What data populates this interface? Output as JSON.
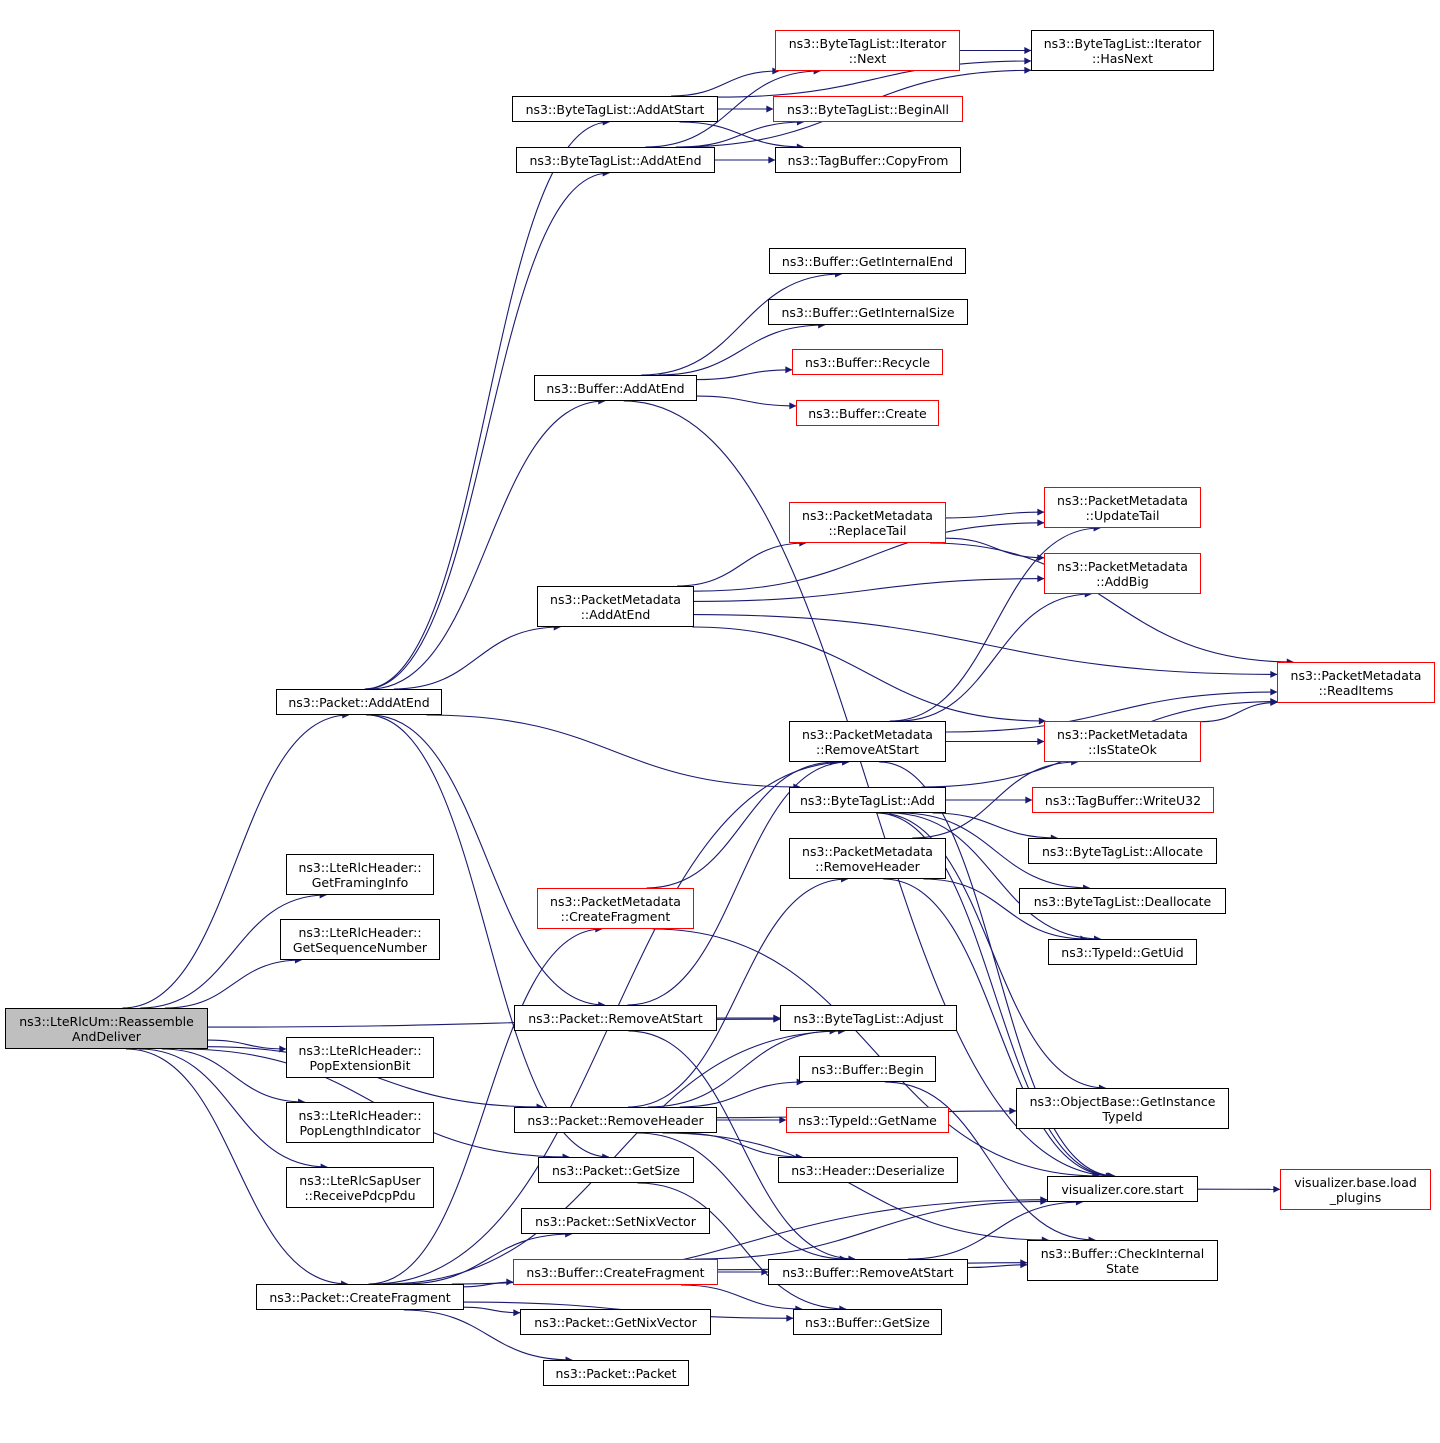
{
  "colors": {
    "edge": "#191970",
    "node_border": "#000000",
    "node_border_truncated": "#ff0000",
    "root_fill": "#bfbfbf"
  },
  "nodes": {
    "root": {
      "lines": [
        "ns3::LteRlcUm::Reassemble",
        "AndDeliver"
      ]
    },
    "packet_addatend": {
      "lines": [
        "ns3::Packet::AddAtEnd"
      ]
    },
    "getframinginfo": {
      "lines": [
        "ns3::LteRlcHeader::",
        "GetFramingInfo"
      ]
    },
    "getseqnum": {
      "lines": [
        "ns3::LteRlcHeader::",
        "GetSequenceNumber"
      ]
    },
    "popextbit": {
      "lines": [
        "ns3::LteRlcHeader::",
        "PopExtensionBit"
      ]
    },
    "poplenind": {
      "lines": [
        "ns3::LteRlcHeader::",
        "PopLengthIndicator"
      ]
    },
    "receivepdcp": {
      "lines": [
        "ns3::LteRlcSapUser",
        "::ReceivePdcpPdu"
      ]
    },
    "packet_createfragment": {
      "lines": [
        "ns3::Packet::CreateFragment"
      ]
    },
    "btl_addatstart": {
      "lines": [
        "ns3::ByteTagList::AddAtStart"
      ]
    },
    "btl_addatend": {
      "lines": [
        "ns3::ByteTagList::AddAtEnd"
      ]
    },
    "buffer_addatend": {
      "lines": [
        "ns3::Buffer::AddAtEnd"
      ]
    },
    "pm_addatend": {
      "lines": [
        "ns3::PacketMetadata",
        "::AddAtEnd"
      ]
    },
    "pm_createfragment": {
      "lines": [
        "ns3::PacketMetadata",
        "::CreateFragment"
      ]
    },
    "packet_removeatstart": {
      "lines": [
        "ns3::Packet::RemoveAtStart"
      ]
    },
    "packet_removeheader": {
      "lines": [
        "ns3::Packet::RemoveHeader"
      ]
    },
    "packet_getsize": {
      "lines": [
        "ns3::Packet::GetSize"
      ]
    },
    "packet_setnix": {
      "lines": [
        "ns3::Packet::SetNixVector"
      ]
    },
    "buffer_createfragment": {
      "lines": [
        "ns3::Buffer::CreateFragment"
      ]
    },
    "packet_getnix": {
      "lines": [
        "ns3::Packet::GetNixVector"
      ]
    },
    "packet_packet": {
      "lines": [
        "ns3::Packet::Packet"
      ]
    },
    "iter_next": {
      "lines": [
        "ns3::ByteTagList::Iterator",
        "::Next"
      ]
    },
    "btl_beginall": {
      "lines": [
        "ns3::ByteTagList::BeginAll"
      ]
    },
    "tb_copyfrom": {
      "lines": [
        "ns3::TagBuffer::CopyFrom"
      ]
    },
    "buf_getinternalend": {
      "lines": [
        "ns3::Buffer::GetInternalEnd"
      ]
    },
    "buf_getinternalsize": {
      "lines": [
        "ns3::Buffer::GetInternalSize"
      ]
    },
    "buf_recycle": {
      "lines": [
        "ns3::Buffer::Recycle"
      ]
    },
    "buf_create": {
      "lines": [
        "ns3::Buffer::Create"
      ]
    },
    "pm_replacetail": {
      "lines": [
        "ns3::PacketMetadata",
        "::ReplaceTail"
      ]
    },
    "pm_removeatstart": {
      "lines": [
        "ns3::PacketMetadata",
        "::RemoveAtStart"
      ]
    },
    "btl_add": {
      "lines": [
        "ns3::ByteTagList::Add"
      ]
    },
    "pm_removeheader": {
      "lines": [
        "ns3::PacketMetadata",
        "::RemoveHeader"
      ]
    },
    "btl_adjust": {
      "lines": [
        "ns3::ByteTagList::Adjust"
      ]
    },
    "buf_begin": {
      "lines": [
        "ns3::Buffer::Begin"
      ]
    },
    "typeid_getname": {
      "lines": [
        "ns3::TypeId::GetName"
      ]
    },
    "header_deserialize": {
      "lines": [
        "ns3::Header::Deserialize"
      ]
    },
    "buf_removeatstart": {
      "lines": [
        "ns3::Buffer::RemoveAtStart"
      ]
    },
    "buf_getsize": {
      "lines": [
        "ns3::Buffer::GetSize"
      ]
    },
    "iter_hasnext": {
      "lines": [
        "ns3::ByteTagList::Iterator",
        "::HasNext"
      ]
    },
    "pm_updatetail": {
      "lines": [
        "ns3::PacketMetadata",
        "::UpdateTail"
      ]
    },
    "pm_addbig": {
      "lines": [
        "ns3::PacketMetadata",
        "::AddBig"
      ]
    },
    "pm_isstateok": {
      "lines": [
        "ns3::PacketMetadata",
        "::IsStateOk"
      ]
    },
    "tb_writeu32": {
      "lines": [
        "ns3::TagBuffer::WriteU32"
      ]
    },
    "btl_allocate": {
      "lines": [
        "ns3::ByteTagList::Allocate"
      ]
    },
    "btl_deallocate": {
      "lines": [
        "ns3::ByteTagList::Deallocate"
      ]
    },
    "typeid_getuid": {
      "lines": [
        "ns3::TypeId::GetUid"
      ]
    },
    "ob_getinstancetypeid": {
      "lines": [
        "ns3::ObjectBase::GetInstance",
        "TypeId"
      ]
    },
    "viz_core_start": {
      "lines": [
        "visualizer.core.start"
      ]
    },
    "buf_checkinternalstate": {
      "lines": [
        "ns3::Buffer::CheckInternal",
        "State"
      ]
    },
    "pm_readitems": {
      "lines": [
        "ns3::PacketMetadata",
        "::ReadItems"
      ]
    },
    "viz_base_load": {
      "lines": [
        "visualizer.base.load",
        "_plugins"
      ]
    }
  },
  "edges": [
    [
      "root",
      "packet_addatend"
    ],
    [
      "root",
      "getframinginfo"
    ],
    [
      "root",
      "getseqnum"
    ],
    [
      "root",
      "popextbit"
    ],
    [
      "root",
      "poplenind"
    ],
    [
      "root",
      "receivepdcp"
    ],
    [
      "root",
      "packet_createfragment"
    ],
    [
      "root",
      "packet_removeheader"
    ],
    [
      "root",
      "packet_getsize"
    ],
    [
      "root",
      "btl_adjust"
    ],
    [
      "packet_addatend",
      "btl_addatstart"
    ],
    [
      "packet_addatend",
      "btl_addatend"
    ],
    [
      "packet_addatend",
      "buffer_addatend"
    ],
    [
      "packet_addatend",
      "pm_addatend"
    ],
    [
      "packet_addatend",
      "btl_add"
    ],
    [
      "packet_addatend",
      "packet_removeatstart"
    ],
    [
      "packet_addatend",
      "packet_getsize"
    ],
    [
      "btl_addatstart",
      "iter_next"
    ],
    [
      "btl_addatstart",
      "btl_beginall"
    ],
    [
      "btl_addatstart",
      "tb_copyfrom"
    ],
    [
      "btl_addatstart",
      "iter_hasnext"
    ],
    [
      "btl_addatend",
      "iter_next"
    ],
    [
      "btl_addatend",
      "btl_beginall"
    ],
    [
      "btl_addatend",
      "tb_copyfrom"
    ],
    [
      "btl_addatend",
      "iter_hasnext"
    ],
    [
      "iter_next",
      "iter_hasnext"
    ],
    [
      "buffer_addatend",
      "buf_getinternalend"
    ],
    [
      "buffer_addatend",
      "buf_getinternalsize"
    ],
    [
      "buffer_addatend",
      "buf_recycle"
    ],
    [
      "buffer_addatend",
      "buf_create"
    ],
    [
      "buffer_addatend",
      "viz_core_start"
    ],
    [
      "pm_addatend",
      "pm_replacetail"
    ],
    [
      "pm_addatend",
      "pm_updatetail"
    ],
    [
      "pm_addatend",
      "pm_addbig"
    ],
    [
      "pm_addatend",
      "pm_readitems"
    ],
    [
      "pm_addatend",
      "pm_isstateok"
    ],
    [
      "pm_replacetail",
      "pm_updatetail"
    ],
    [
      "pm_replacetail",
      "pm_addbig"
    ],
    [
      "pm_replacetail",
      "pm_readitems"
    ],
    [
      "pm_removeatstart",
      "pm_updatetail"
    ],
    [
      "pm_removeatstart",
      "pm_addbig"
    ],
    [
      "pm_removeatstart",
      "pm_readitems"
    ],
    [
      "pm_removeatstart",
      "pm_isstateok"
    ],
    [
      "pm_removeatstart",
      "viz_core_start"
    ],
    [
      "pm_isstateok",
      "pm_readitems"
    ],
    [
      "btl_add",
      "tb_writeu32"
    ],
    [
      "btl_add",
      "btl_allocate"
    ],
    [
      "btl_add",
      "btl_deallocate"
    ],
    [
      "btl_add",
      "typeid_getuid"
    ],
    [
      "btl_add",
      "ob_getinstancetypeid"
    ],
    [
      "btl_add",
      "viz_core_start"
    ],
    [
      "btl_add",
      "pm_readitems"
    ],
    [
      "pm_removeheader",
      "pm_isstateok"
    ],
    [
      "pm_removeheader",
      "typeid_getuid"
    ],
    [
      "pm_removeheader",
      "viz_core_start"
    ],
    [
      "pm_createfragment",
      "pm_removeatstart"
    ],
    [
      "pm_createfragment",
      "viz_core_start"
    ],
    [
      "packet_removeatstart",
      "btl_adjust"
    ],
    [
      "packet_removeatstart",
      "pm_removeatstart"
    ],
    [
      "packet_removeatstart",
      "buf_removeatstart"
    ],
    [
      "packet_removeheader",
      "buf_begin"
    ],
    [
      "packet_removeheader",
      "typeid_getname"
    ],
    [
      "packet_removeheader",
      "header_deserialize"
    ],
    [
      "packet_removeheader",
      "btl_adjust"
    ],
    [
      "packet_removeheader",
      "pm_removeheader"
    ],
    [
      "packet_removeheader",
      "buf_removeatstart"
    ],
    [
      "packet_removeheader",
      "ob_getinstancetypeid"
    ],
    [
      "packet_removeheader",
      "buf_checkinternalstate"
    ],
    [
      "packet_getsize",
      "buf_getsize"
    ],
    [
      "packet_createfragment",
      "buffer_createfragment"
    ],
    [
      "packet_createfragment",
      "packet_setnix"
    ],
    [
      "packet_createfragment",
      "packet_getnix"
    ],
    [
      "packet_createfragment",
      "packet_packet"
    ],
    [
      "packet_createfragment",
      "pm_createfragment"
    ],
    [
      "packet_createfragment",
      "btl_adjust"
    ],
    [
      "packet_createfragment",
      "pm_removeatstart"
    ],
    [
      "packet_createfragment",
      "buf_getsize"
    ],
    [
      "packet_createfragment",
      "viz_core_start"
    ],
    [
      "buffer_createfragment",
      "buf_removeatstart"
    ],
    [
      "buffer_createfragment",
      "buf_getsize"
    ],
    [
      "buffer_createfragment",
      "buf_checkinternalstate"
    ],
    [
      "buffer_createfragment",
      "viz_core_start"
    ],
    [
      "buf_removeatstart",
      "buf_checkinternalstate"
    ],
    [
      "buf_removeatstart",
      "viz_core_start"
    ],
    [
      "buf_begin",
      "buf_checkinternalstate"
    ],
    [
      "viz_core_start",
      "viz_base_load"
    ]
  ]
}
